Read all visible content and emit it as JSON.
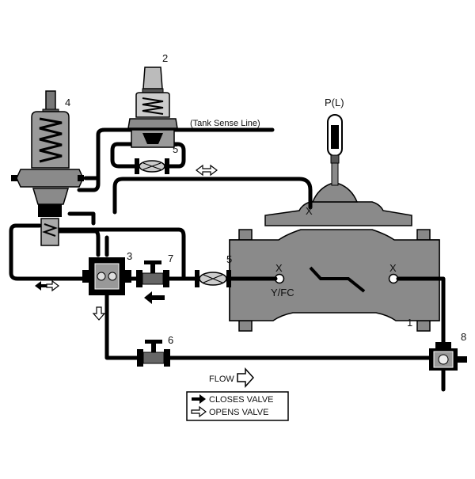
{
  "diagram": {
    "labels": {
      "n1": "1",
      "n2": "2",
      "n3": "3",
      "n4": "4",
      "n5a": "5",
      "n5b": "5",
      "n6": "6",
      "n7": "7",
      "n8": "8",
      "tank_sense_line": "(Tank Sense Line)",
      "pl": "P(L)",
      "yfc": "Y/FC",
      "x_top": "X",
      "x_left": "X",
      "x_right": "X",
      "flow": "FLOW"
    },
    "legend": {
      "closes_valve": "CLOSES VALVE",
      "opens_valve": "OPENS VALVE"
    }
  }
}
